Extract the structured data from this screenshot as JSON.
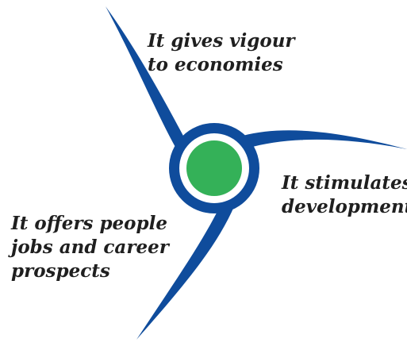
{
  "diagram": {
    "colors": {
      "swirl": "#0f4c9c",
      "center": "#34b158",
      "ring_gap": "#ffffff",
      "text": "#1f1f1f"
    },
    "labels": [
      {
        "lines": [
          "It gives vigour",
          "to economies"
        ]
      },
      {
        "lines": [
          "It stimulates",
          "development"
        ]
      },
      {
        "lines": [
          "It offers people",
          "jobs and career",
          "prospects"
        ]
      }
    ]
  }
}
